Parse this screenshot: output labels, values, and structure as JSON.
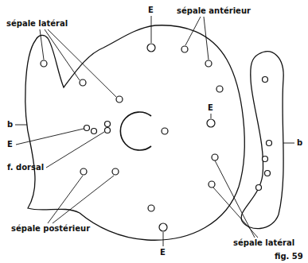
{
  "diagram": {
    "caption": "fig. 59",
    "labels": [
      "E",
      "sépale antérieur",
      "sépale latéral",
      "b",
      "E",
      "f. dorsal",
      "E",
      "b",
      "sépale latéral",
      "sépale postérieur",
      "E"
    ]
  }
}
